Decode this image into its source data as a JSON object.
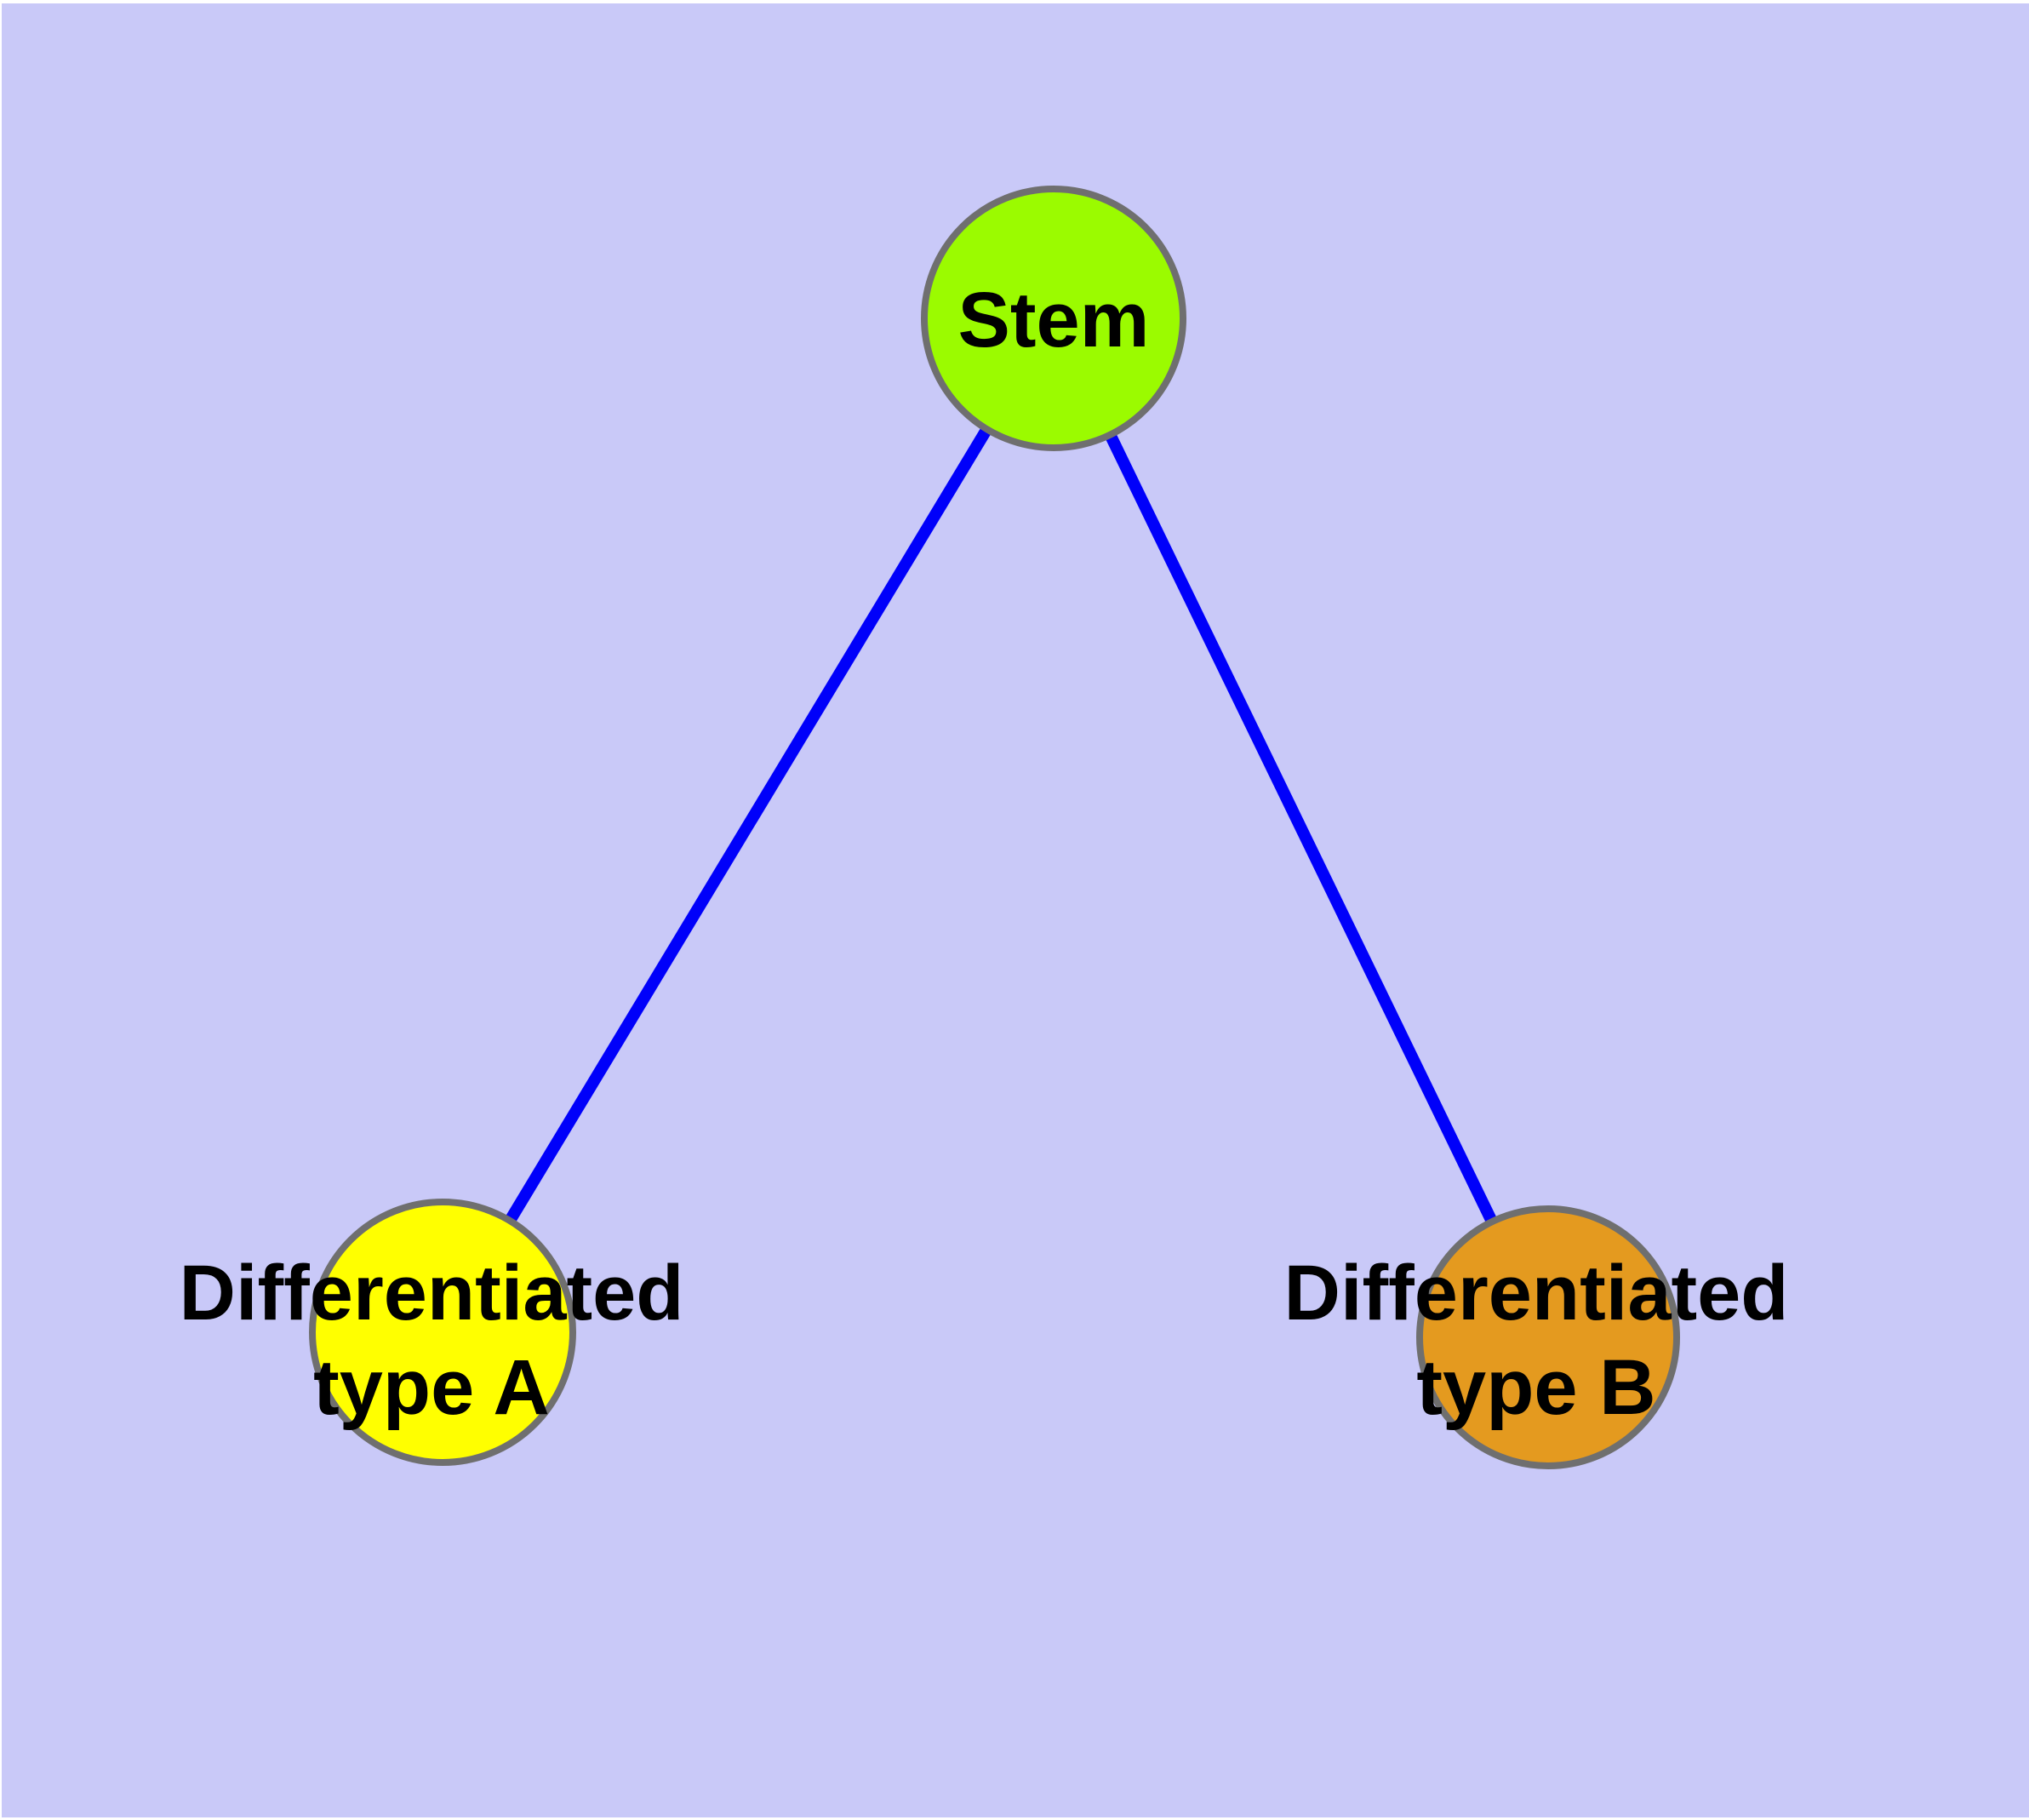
{
  "diagram": {
    "background_color": "#C9C9F8",
    "canvas_margin_color": "#FFFFFF",
    "edge_color": "#0000FA",
    "node_border_color": "#6F6F6F",
    "label_color": "#000000",
    "nodes": [
      {
        "id": "stem",
        "label": "Stem",
        "fill_color": "#9BFB00"
      },
      {
        "id": "differentiated-type-a",
        "label": "Differentiated type A",
        "label_line1": "Differentiated",
        "label_line2": "type A",
        "fill_color": "#FFFF00"
      },
      {
        "id": "differentiated-type-b",
        "label": "Differentiated type B",
        "label_line1": "Differentiated",
        "label_line2": "type B",
        "fill_color": "#E49A1F"
      }
    ],
    "edges": [
      {
        "from": "Stem",
        "to": "Differentiated type A"
      },
      {
        "from": "Stem",
        "to": "Differentiated type B"
      }
    ]
  }
}
